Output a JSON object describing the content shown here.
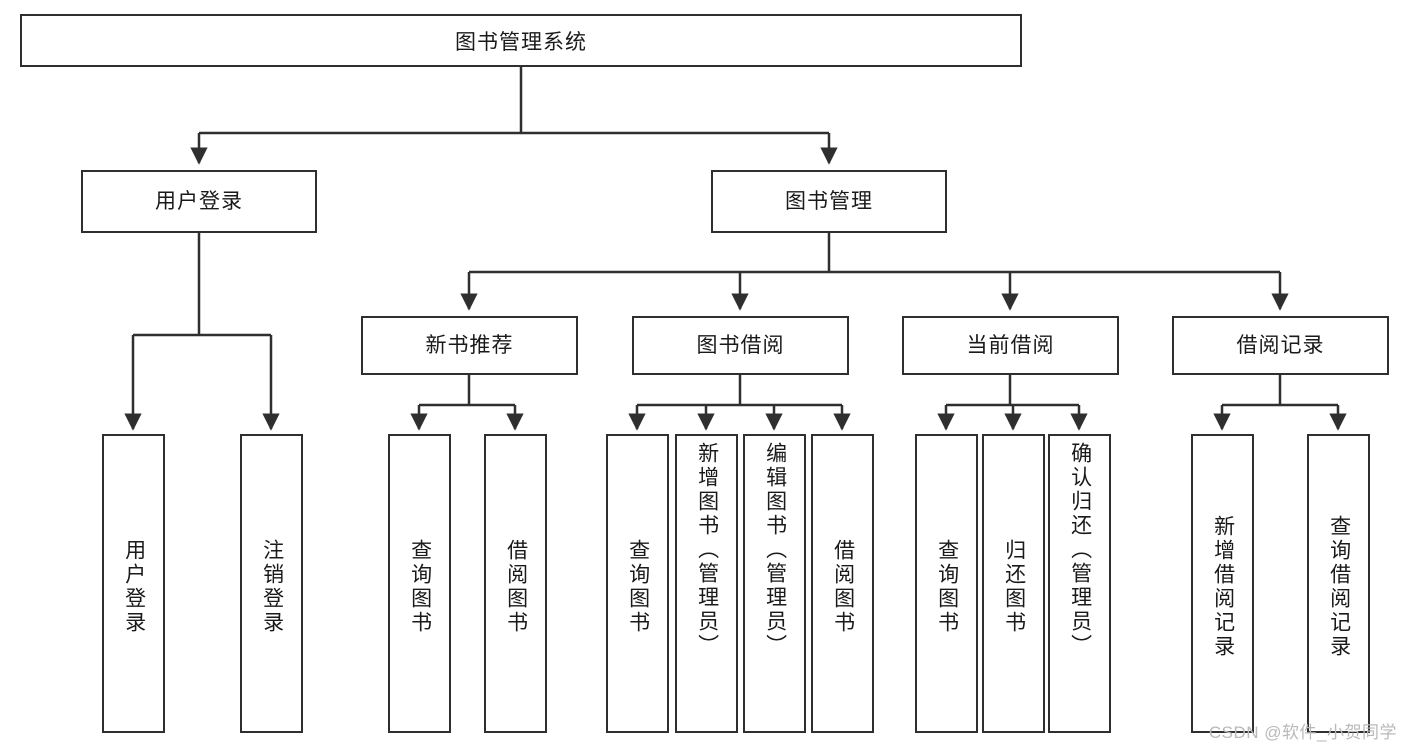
{
  "diagram": {
    "title": "图书管理系统",
    "type": "hierarchy-tree",
    "root": {
      "label": "图书管理系统"
    },
    "level2": [
      {
        "label": "用户登录"
      },
      {
        "label": "图书管理"
      }
    ],
    "level3": [
      {
        "label": "新书推荐"
      },
      {
        "label": "图书借阅"
      },
      {
        "label": "当前借阅"
      },
      {
        "label": "借阅记录"
      }
    ],
    "leaves": {
      "user_login": [
        {
          "label": "用户登录"
        },
        {
          "label": "注销登录"
        }
      ],
      "new_book_recommend": [
        {
          "label": "查询图书"
        },
        {
          "label": "借阅图书"
        }
      ],
      "book_borrow": [
        {
          "label": "查询图书"
        },
        {
          "label": "新增图书（管理员）"
        },
        {
          "label": "编辑图书（管理员）"
        },
        {
          "label": "借阅图书"
        }
      ],
      "current_borrow": [
        {
          "label": "查询图书"
        },
        {
          "label": "归还图书"
        },
        {
          "label": "确认归还（管理员）"
        }
      ],
      "borrow_record": [
        {
          "label": "新增借阅记录"
        },
        {
          "label": "查询借阅记录"
        }
      ]
    }
  },
  "watermark": {
    "text": "CSDN @软件_小贺同学"
  },
  "colors": {
    "stroke": "#2f2f2f",
    "fill": "#ffffff",
    "text": "#1a1a1a",
    "watermark": "#b9b9b9"
  }
}
